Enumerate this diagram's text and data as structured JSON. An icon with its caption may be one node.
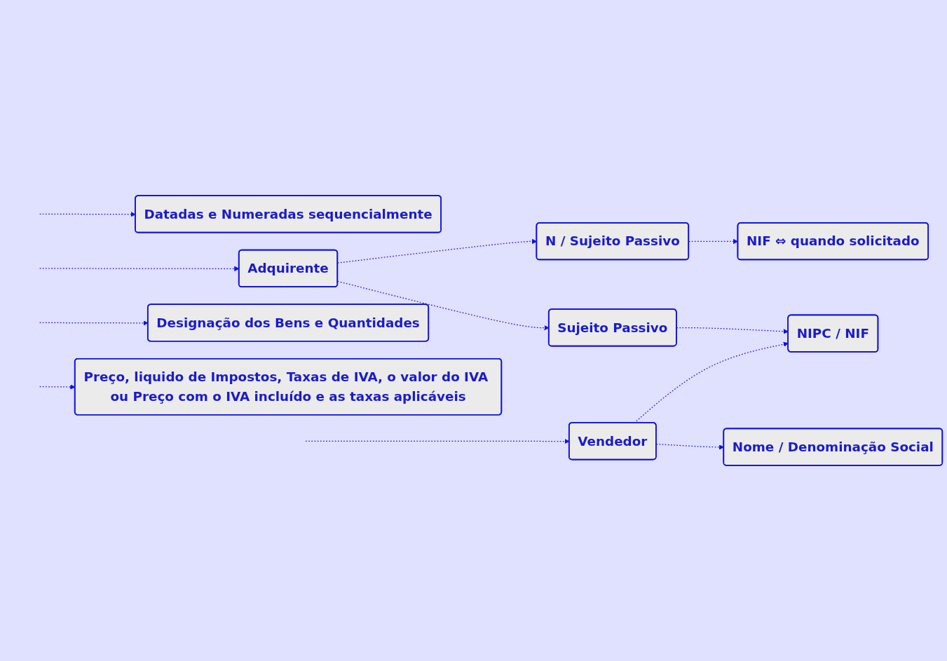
{
  "diagram": {
    "nodes": [
      {
        "text": [
          "Datadas e Numeradas sequencialmente"
        ]
      },
      {
        "text": [
          "Vendedor"
        ]
      },
      {
        "text": [
          "Nome / Denominação Social"
        ]
      },
      {
        "text": [
          "NIPC / NIF"
        ]
      },
      {
        "text": [
          "Adquirente"
        ]
      },
      {
        "text": [
          "Sujeito Passivo"
        ]
      },
      {
        "text": [
          "N / Sujeito Passivo"
        ]
      },
      {
        "text": [
          "NIF ⇔ quando solicitado"
        ]
      },
      {
        "text": [
          "Designação dos Bens e Quantidades"
        ]
      },
      {
        "text": [
          "Preço, liquido de Impostos, Taxas de IVA, o valor do IVA ou Preço com o IVA incluído e as taxas aplicáveis"
        ]
      }
    ],
    "edges": [
      {
        "from": null,
        "to": 0,
        "arrow": "to",
        "style": "dashed"
      },
      {
        "from": null,
        "to": 1,
        "arrow": "to",
        "style": "dashed"
      },
      {
        "from": 1,
        "to": 2,
        "arrow": "to",
        "style": "dashed"
      },
      {
        "from": 1,
        "to": 3,
        "arrow": "to",
        "style": "dashed"
      },
      {
        "from": 5,
        "to": 3,
        "arrow": "to",
        "style": "dashed"
      },
      {
        "from": null,
        "to": 4,
        "arrow": "to",
        "style": "dashed"
      },
      {
        "from": 4,
        "to": 5,
        "arrow": "to",
        "style": "dashed"
      },
      {
        "from": 4,
        "to": 6,
        "arrow": "to",
        "style": "dashed"
      },
      {
        "from": 6,
        "to": 7,
        "arrow": "to",
        "style": "dashed"
      },
      {
        "from": null,
        "to": 8,
        "arrow": "to",
        "style": "dashed"
      },
      {
        "from": null,
        "to": 9,
        "arrow": "to",
        "style": "dashed"
      }
    ]
  }
}
